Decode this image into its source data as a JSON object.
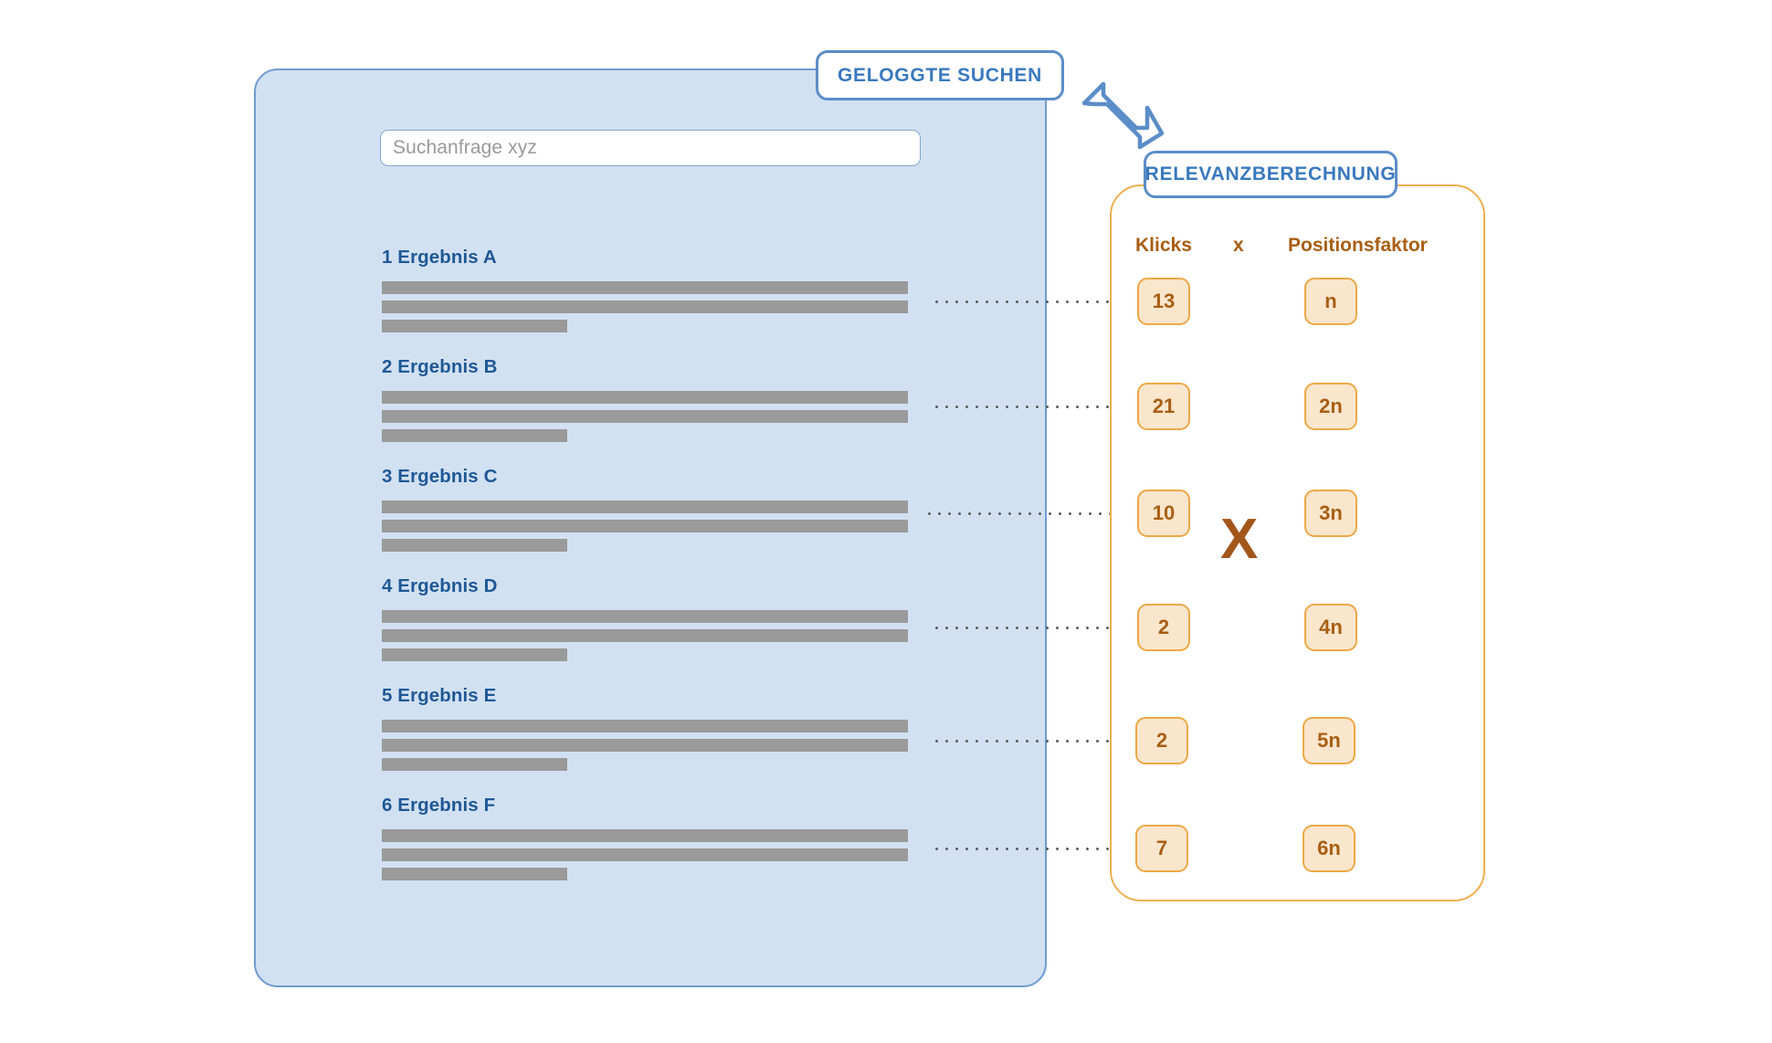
{
  "callouts": {
    "logged_searches": "GELOGGTE SUCHEN",
    "relevance_calculation": "RELEVANZBERECHNUNG",
    "arrow_icon": "arrow-down-right-icon"
  },
  "search": {
    "placeholder": "Suchanfrage xyz",
    "value": ""
  },
  "results": [
    {
      "title": "1 Ergebnis A"
    },
    {
      "title": "2 Ergebnis B"
    },
    {
      "title": "3 Ergebnis C"
    },
    {
      "title": "4 Ergebnis D"
    },
    {
      "title": "5 Ergebnis E"
    },
    {
      "title": "6 Ergebnis F"
    }
  ],
  "relevance": {
    "headers": {
      "clicks": "Klicks",
      "operator": "x",
      "position_factor": "Positionsfaktor"
    },
    "multiply_symbol": "X",
    "rows": [
      {
        "clicks": "13",
        "position_factor": "n"
      },
      {
        "clicks": "21",
        "position_factor": "2n"
      },
      {
        "clicks": "10",
        "position_factor": "3n"
      },
      {
        "clicks": "2",
        "position_factor": "4n"
      },
      {
        "clicks": "2",
        "position_factor": "5n"
      },
      {
        "clicks": "7",
        "position_factor": "6n"
      }
    ]
  },
  "colors": {
    "panel_blue_fill": "#d2e1f2",
    "panel_blue_border": "#6f9bd1",
    "result_title_blue": "#1f5896",
    "bar_gray": "#9a9a9a",
    "panel_orange_border": "#f0ae4e",
    "badge_fill": "#fae6cd",
    "badge_border": "#eda846",
    "orange_text": "#a85e13",
    "callout_blue": "#3a78bd"
  }
}
